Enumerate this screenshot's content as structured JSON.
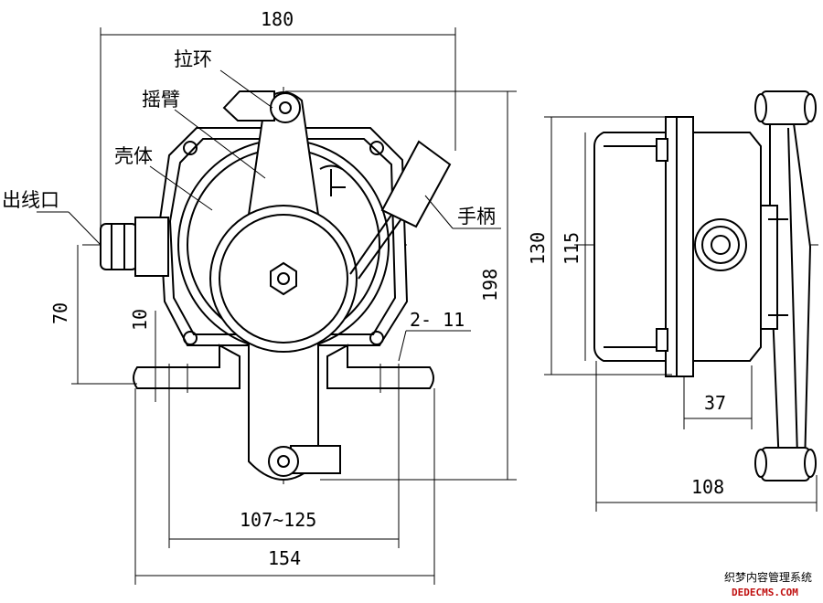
{
  "dimensions": {
    "overall_width": "180",
    "overall_height": "198",
    "base_to_axis": "70",
    "foot_thickness": "10",
    "mount_holes": "2- 11",
    "hole_spacing": "107~125",
    "base_width": "154",
    "side_height": "130",
    "flange_height": "115",
    "offset": "37",
    "side_depth": "108"
  },
  "labels": {
    "pull_ring": "拉环",
    "rocker_arm": "摇臂",
    "housing": "壳体",
    "cable_outlet": "出线口",
    "handle": "手柄"
  },
  "watermark": {
    "line1": "织梦内容管理系统",
    "line2": "DEDECMS.COM"
  }
}
